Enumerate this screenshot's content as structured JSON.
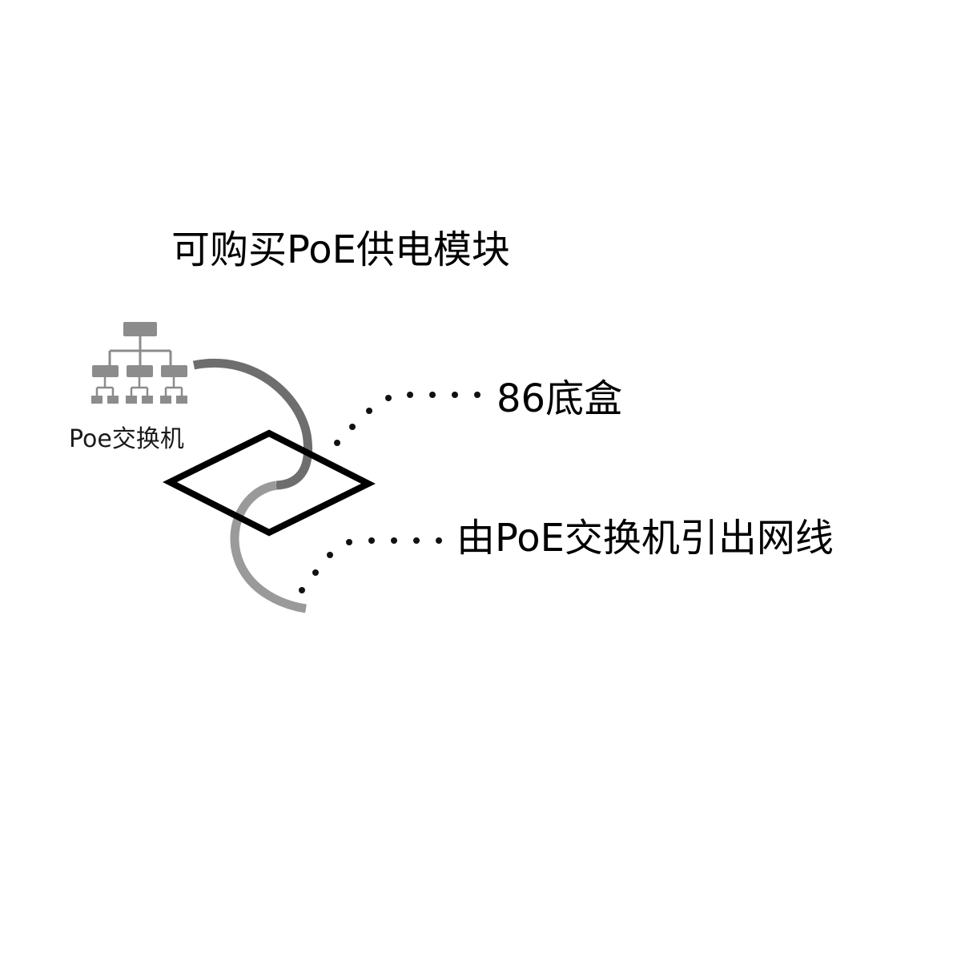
{
  "labels": {
    "title": "可购买PoE供电模块",
    "switch": "Poe交换机",
    "box": "86底盒",
    "cable": "由PoE交换机引出网线"
  },
  "icons": {
    "switch": "network-switch-icon"
  },
  "colors": {
    "text": "#000000",
    "icon_gray": "#8c8c8c",
    "cable_dark": "#6e6e6e",
    "cable_light": "#9a9a9a",
    "box_outline": "#000000",
    "dots": "#111111",
    "background": "#ffffff"
  }
}
